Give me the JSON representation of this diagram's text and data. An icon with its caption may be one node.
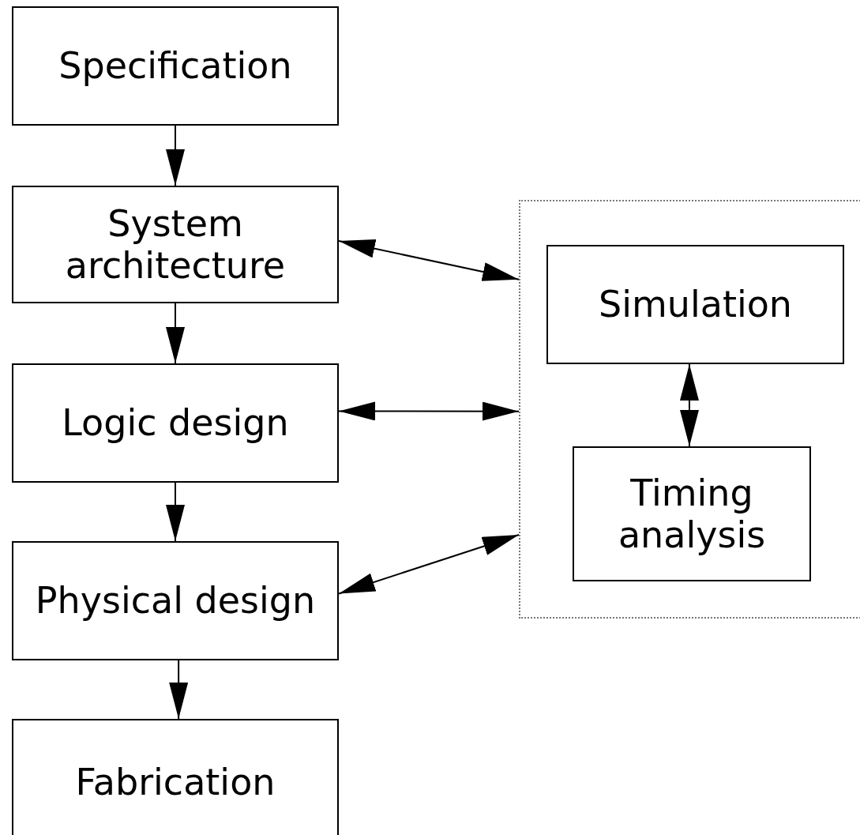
{
  "diagram": {
    "nodes": [
      {
        "text": [
          "Specification"
        ]
      },
      {
        "text": [
          "System architecture"
        ]
      },
      {
        "text": [
          "Logic design"
        ]
      },
      {
        "text": [
          "Physical design"
        ]
      },
      {
        "text": [
          "Fabrication"
        ]
      },
      {
        "text": [],
        "shape": "box"
      },
      {
        "text": [
          "Simulation"
        ],
        "in": 5
      },
      {
        "text": [
          "Timing analysis"
        ],
        "in": 5
      }
    ],
    "edges": [
      {
        "from": 0,
        "to": 1,
        "arrow": "to"
      },
      {
        "from": 1,
        "to": 2,
        "arrow": "to"
      },
      {
        "from": 2,
        "to": 3,
        "arrow": "to"
      },
      {
        "from": 3,
        "to": 4,
        "arrow": "to"
      },
      {
        "from": 1,
        "to": 5,
        "arrow": "both"
      },
      {
        "from": 2,
        "to": 5,
        "arrow": "both"
      },
      {
        "from": 3,
        "to": 5,
        "arrow": "both"
      },
      {
        "from": 6,
        "to": 7,
        "arrow": "both"
      }
    ]
  }
}
